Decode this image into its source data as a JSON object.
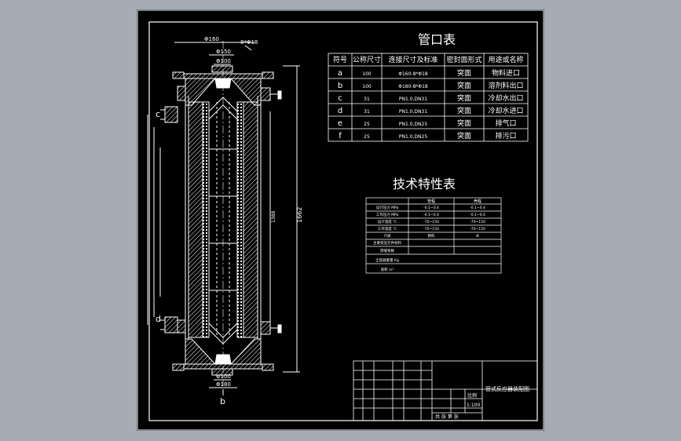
{
  "nozzle_table": {
    "title": "管口表",
    "headers": [
      "符号",
      "公称尺寸",
      "连接尺寸及标准",
      "密封面形式",
      "用途或名称"
    ],
    "rows": [
      {
        "symbol": "a",
        "size": "100",
        "std": "Φ160-8*Φ18",
        "seal": "突面",
        "use": "物料进口"
      },
      {
        "symbol": "b",
        "size": "100",
        "std": "Φ180-8*Φ18",
        "seal": "突面",
        "use": "溶剂料出口"
      },
      {
        "symbol": "c",
        "size": "31",
        "std": "PN1.0,DN31",
        "seal": "突面",
        "use": "冷却水出口"
      },
      {
        "symbol": "d",
        "size": "31",
        "std": "PN1.0,DN31",
        "seal": "突面",
        "use": "冷却水进口"
      },
      {
        "symbol": "e",
        "size": "25",
        "std": "PN1.0,DN25",
        "seal": "突面",
        "use": "排气口"
      },
      {
        "symbol": "f",
        "size": "25",
        "std": "PN1.0,DN25",
        "seal": "突面",
        "use": "排污口"
      }
    ]
  },
  "tech_table": {
    "title": "技术特性表",
    "headers": [
      "",
      "管程",
      "壳程"
    ],
    "rows": [
      {
        "label": "设计压力 MPa",
        "tube": "-0.1~0.4",
        "shell": "-0.1~0.4"
      },
      {
        "label": "工作压力 MPa",
        "tube": "-0.1~0.4",
        "shell": "-0.1~0.4"
      },
      {
        "label": "设计温度 ℃",
        "tube": "-70~150",
        "shell": "-70~150"
      },
      {
        "label": "工作温度 ℃",
        "tube": "-70~150",
        "shell": "-70~150"
      },
      {
        "label": "介质",
        "tube": "物料",
        "shell": "水"
      },
      {
        "label": "主要受压元件材料",
        "tube": "",
        "shell": ""
      },
      {
        "label": "焊缝系数",
        "tube": "",
        "shell": ""
      },
      {
        "label": "全容器重量 Kg",
        "tube": "",
        "shell": ""
      },
      {
        "label": "容积 m³",
        "tube": "",
        "shell": ""
      }
    ]
  },
  "title_block": {
    "name": "管式反应器装配图",
    "scale_label": "比例",
    "scale": "1:100",
    "sheets_label": "共  张  第  张"
  },
  "dimensions": {
    "d_top_flange": "Φ160",
    "d_top_mid": "Φ150",
    "d_top_small": "Φ100",
    "bolt": "8*Φ18",
    "d_bottom_small": "Φ100",
    "d_bottom_flange": "Φ180",
    "total_length": "1662",
    "inner_length": "1388"
  },
  "nozzle_labels": {
    "c": "c",
    "d": "d",
    "b": "b"
  },
  "colors": {
    "background": "#a5acb5",
    "sheet": "#000000",
    "line": "#ffffff"
  }
}
